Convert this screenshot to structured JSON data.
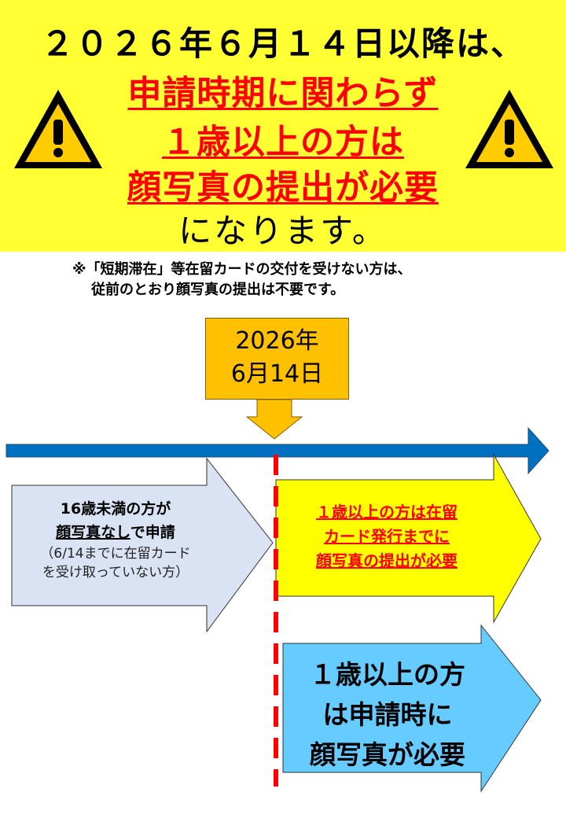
{
  "banner": {
    "line1": "２０２６年６月１４日以降は、",
    "red1": "申請時期に関わらず",
    "red2": "１歳以上の方は",
    "red3": "顔写真の提出が必要",
    "line_end": "になります。"
  },
  "icons": {
    "warning": "warning-triangle-icon"
  },
  "note": {
    "line1": "※「短期滞在」等在留カードの交付を受けない方は、",
    "line2": "従前のとおり顔写真の提出は不要です。"
  },
  "date": {
    "line1": "2026年",
    "line2": "6月14日"
  },
  "under16": {
    "line1": "16歳未満の方が",
    "line2_underlined": "顔写真なし",
    "line2_rest": "で申請",
    "sub1": "（6/14までに在留カード",
    "sub2": "を受け取っていない方）"
  },
  "yellow_arrow": {
    "line1": "１歳以上の方は在留",
    "line2": "カード発行までに",
    "line3": "顔写真の提出が必要"
  },
  "blue_arrow": {
    "line1": "１歳以上の方",
    "line2": "は申請時に",
    "line3": "顔写真が必要"
  },
  "colors": {
    "banner": "#ffff33",
    "emphasis_red": "#ff0000",
    "timeline_blue": "#0070c0",
    "date_box": "#ffc000",
    "under16_box": "#dae3f3",
    "yellow_arrow": "#ffff00",
    "blue_arrow": "#66ccff"
  }
}
